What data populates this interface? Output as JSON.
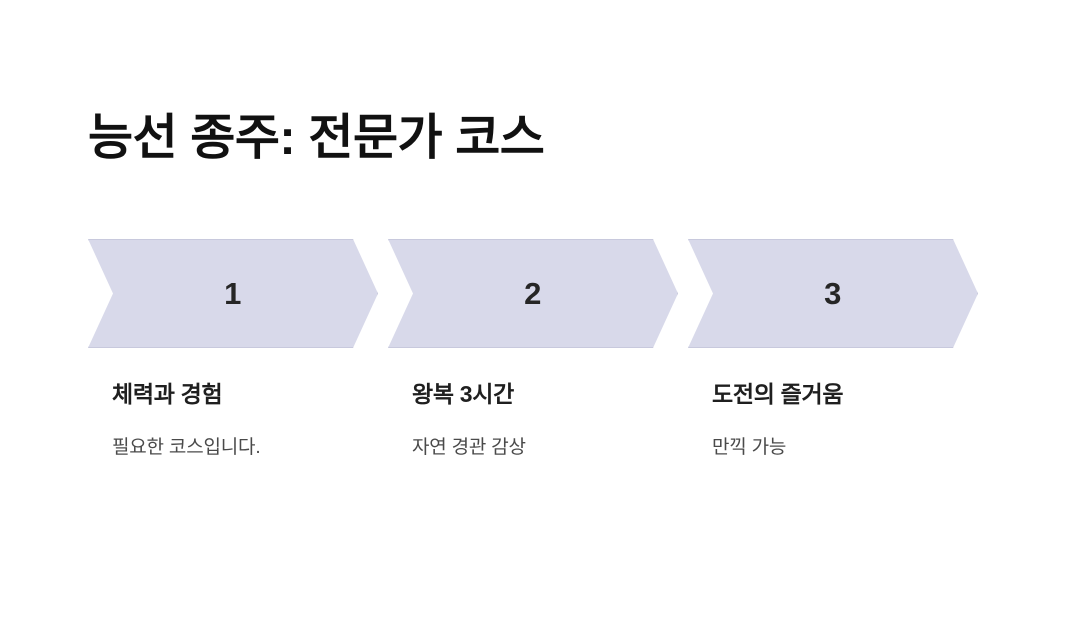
{
  "slide": {
    "title": "능선 종주: 전문가 코스",
    "background_color": "#ffffff",
    "title_color": "#111111"
  },
  "theme": {
    "chevron_fill": "#d8d9ea",
    "chevron_border": "#c8c9dd",
    "number_color": "#262626",
    "heading_color": "#1f1f1f",
    "subtext_color": "#4a4a4a"
  },
  "steps": [
    {
      "number": "1",
      "heading": "체력과 경험",
      "subtext": "필요한 코스입니다."
    },
    {
      "number": "2",
      "heading": "왕복 3시간",
      "subtext": "자연 경관 감상"
    },
    {
      "number": "3",
      "heading": "도전의 즐거움",
      "subtext": "만끽 가능"
    }
  ]
}
